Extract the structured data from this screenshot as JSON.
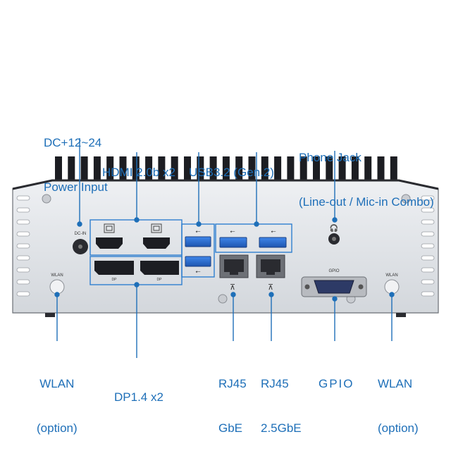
{
  "labels": {
    "dc_in": [
      "DC+12~24",
      "Power Input"
    ],
    "hdmi": "HDMI 2.0b x2",
    "usb": "USB3.2 (Gen.2)",
    "phone": [
      "Phone Jack",
      "(Line-out / Mic-in Combo)"
    ],
    "wlan_left": [
      "WLAN",
      "(option)"
    ],
    "dp": "DP1.4 x2",
    "rj45_gbe": [
      "RJ45",
      "GbE"
    ],
    "rj45_25": [
      "RJ45",
      "2.5GbE"
    ],
    "gpio": "GPIO",
    "wlan_right": [
      "WLAN",
      "(option)"
    ]
  },
  "panel_text": {
    "dc_in": "DC-IN",
    "wlan": "WLAN",
    "gpio": "GPIO",
    "dp": "DP"
  },
  "colors": {
    "accent": "#1e6fb8",
    "chassis": "#e3e6ea",
    "fins": "#1c1d22",
    "usb_blue": "#2f73d8"
  }
}
